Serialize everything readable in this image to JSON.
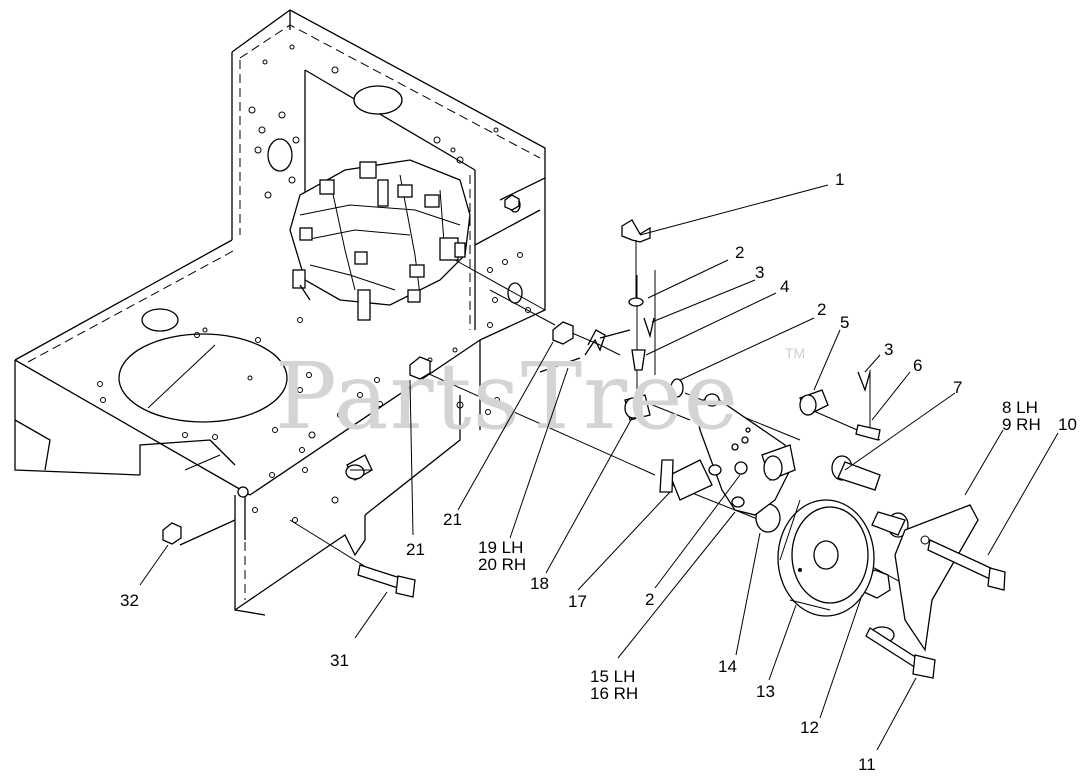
{
  "watermark": {
    "text": "PartsTree",
    "trademark": "TM"
  },
  "callouts": [
    {
      "id": "c1",
      "text": "1"
    },
    {
      "id": "c2a",
      "text": "2"
    },
    {
      "id": "c3a",
      "text": "3"
    },
    {
      "id": "c4",
      "text": "4"
    },
    {
      "id": "c2b",
      "text": "2"
    },
    {
      "id": "c5",
      "text": "5"
    },
    {
      "id": "c3b",
      "text": "3"
    },
    {
      "id": "c6",
      "text": "6"
    },
    {
      "id": "c7",
      "text": "7"
    },
    {
      "id": "c8",
      "text": "8 LH"
    },
    {
      "id": "c9",
      "text": "9 RH"
    },
    {
      "id": "c10",
      "text": "10"
    },
    {
      "id": "c11",
      "text": "11"
    },
    {
      "id": "c12",
      "text": "12"
    },
    {
      "id": "c13",
      "text": "13"
    },
    {
      "id": "c14",
      "text": "14"
    },
    {
      "id": "c15",
      "text": "15 LH"
    },
    {
      "id": "c16",
      "text": "16 RH"
    },
    {
      "id": "c2c",
      "text": "2"
    },
    {
      "id": "c17",
      "text": "17"
    },
    {
      "id": "c18",
      "text": "18"
    },
    {
      "id": "c19",
      "text": "19 LH"
    },
    {
      "id": "c20",
      "text": "20 RH"
    },
    {
      "id": "c21a",
      "text": "21"
    },
    {
      "id": "c21b",
      "text": "21"
    },
    {
      "id": "c31",
      "text": "31"
    },
    {
      "id": "c32",
      "text": "32"
    }
  ]
}
